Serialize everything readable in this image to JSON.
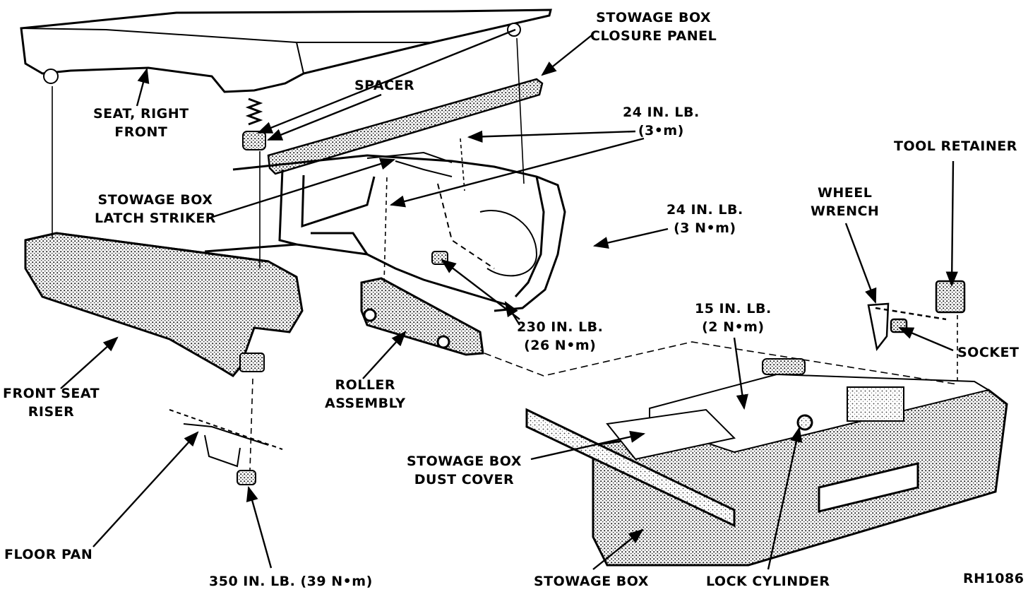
{
  "labels": {
    "stowage_box_closure_panel": "STOWAGE BOX\nCLOSURE PANEL",
    "spacer": "SPACER",
    "seat_right_front": "SEAT, RIGHT\nFRONT",
    "torque_24_a": "24 IN. LB.\n(3•m)",
    "tool_retainer": "TOOL RETAINER",
    "wheel_wrench": "WHEEL\nWRENCH",
    "stowage_box_latch_striker": "STOWAGE BOX\nLATCH STRIKER",
    "torque_24_b": "24 IN. LB.\n(3 N•m)",
    "torque_15": "15 IN. LB.\n(2 N•m)",
    "torque_230": "230 IN. LB.\n(26 N•m)",
    "socket": "SOCKET",
    "front_seat_riser": "FRONT SEAT\nRISER",
    "roller_assembly": "ROLLER\nASSEMBLY",
    "stowage_box_dust_cover": "STOWAGE BOX\nDUST COVER",
    "floor_pan": "FLOOR PAN",
    "torque_350": "350 IN. LB. (39 N•m)",
    "stowage_box": "STOWAGE BOX",
    "lock_cylinder": "LOCK CYLINDER",
    "figure_id": "RH1086"
  }
}
